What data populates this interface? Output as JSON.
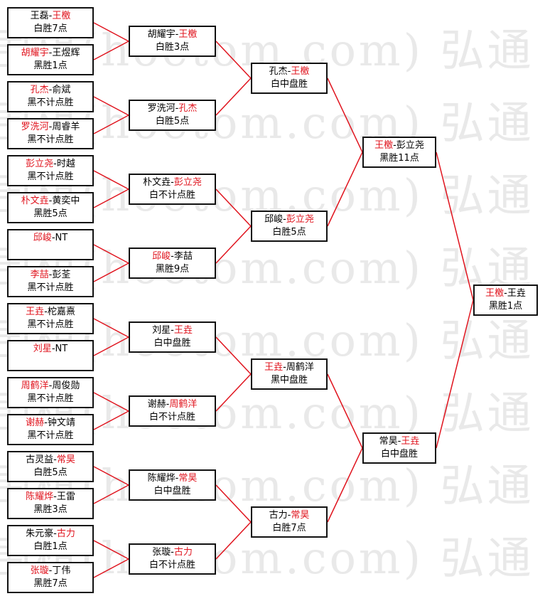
{
  "watermark": "弘通围棋(hoetom.com) 弘通",
  "colors": {
    "winner": "#e0141e",
    "line": "#e0141e",
    "border": "#111111"
  },
  "rounds": [
    [
      {
        "p1": "王磊",
        "p2": "王檄",
        "winner": 2,
        "result": "白胜7点"
      },
      {
        "p1": "胡耀宇",
        "p2": "王煜辉",
        "winner": 1,
        "result": "黑胜1点"
      },
      {
        "p1": "孔杰",
        "p2": "俞斌",
        "winner": 1,
        "result": "黑不计点胜"
      },
      {
        "p1": "罗洗河",
        "p2": "周睿羊",
        "winner": 1,
        "result": "黑不计点胜"
      },
      {
        "p1": "彭立尧",
        "p2": "时越",
        "winner": 1,
        "result": "黑不计点胜"
      },
      {
        "p1": "朴文垚",
        "p2": "黄奕中",
        "winner": 1,
        "result": "黑胜5点"
      },
      {
        "p1": "邱峻",
        "p2": "NT",
        "winner": 1,
        "result": ""
      },
      {
        "p1": "李喆",
        "p2": "彭荃",
        "winner": 1,
        "result": "黑不计点胜"
      },
      {
        "p1": "王垚",
        "p2": "柁嘉熹",
        "winner": 1,
        "result": "黑不计点胜"
      },
      {
        "p1": "刘星",
        "p2": "NT",
        "winner": 1,
        "result": ""
      },
      {
        "p1": "周鹤洋",
        "p2": "周俊勋",
        "winner": 1,
        "result": "黑不计点胜"
      },
      {
        "p1": "谢赫",
        "p2": "钟文靖",
        "winner": 1,
        "result": "黑不计点胜"
      },
      {
        "p1": "古灵益",
        "p2": "常昊",
        "winner": 2,
        "result": "白胜5点"
      },
      {
        "p1": "陈耀烨",
        "p2": "王雷",
        "winner": 1,
        "result": "黑胜3点"
      },
      {
        "p1": "朱元豪",
        "p2": "古力",
        "winner": 2,
        "result": "白胜1点"
      },
      {
        "p1": "张璇",
        "p2": "丁伟",
        "winner": 1,
        "result": "黑胜7点"
      }
    ],
    [
      {
        "p1": "胡耀宇",
        "p2": "王檄",
        "winner": 2,
        "result": "白胜3点"
      },
      {
        "p1": "罗洗河",
        "p2": "孔杰",
        "winner": 2,
        "result": "白胜5点"
      },
      {
        "p1": "朴文垚",
        "p2": "彭立尧",
        "winner": 2,
        "result": "白不计点胜"
      },
      {
        "p1": "邱峻",
        "p2": "李喆",
        "winner": 1,
        "result": "黑胜9点"
      },
      {
        "p1": "刘星",
        "p2": "王垚",
        "winner": 2,
        "result": "白中盘胜"
      },
      {
        "p1": "谢赫",
        "p2": "周鹤洋",
        "winner": 2,
        "result": "白不计点胜"
      },
      {
        "p1": "陈耀烨",
        "p2": "常昊",
        "winner": 2,
        "result": "白中盘胜"
      },
      {
        "p1": "张璇",
        "p2": "古力",
        "winner": 2,
        "result": "白不计点胜"
      }
    ],
    [
      {
        "p1": "孔杰",
        "p2": "王檄",
        "winner": 2,
        "result": "白中盘胜"
      },
      {
        "p1": "邱峻",
        "p2": "彭立尧",
        "winner": 2,
        "result": "白胜5点"
      },
      {
        "p1": "王垚",
        "p2": "周鹤洋",
        "winner": 1,
        "result": "黑中盘胜"
      },
      {
        "p1": "古力",
        "p2": "常昊",
        "winner": 2,
        "result": "白胜7点"
      }
    ],
    [
      {
        "p1": "王檄",
        "p2": "彭立尧",
        "winner": 1,
        "result": "黑胜11点"
      },
      {
        "p1": "常昊",
        "p2": "王垚",
        "winner": 2,
        "result": "白中盘胜"
      }
    ],
    [
      {
        "p1": "王檄",
        "p2": "王垚",
        "winner": 1,
        "result": "黑胜1点"
      }
    ]
  ]
}
